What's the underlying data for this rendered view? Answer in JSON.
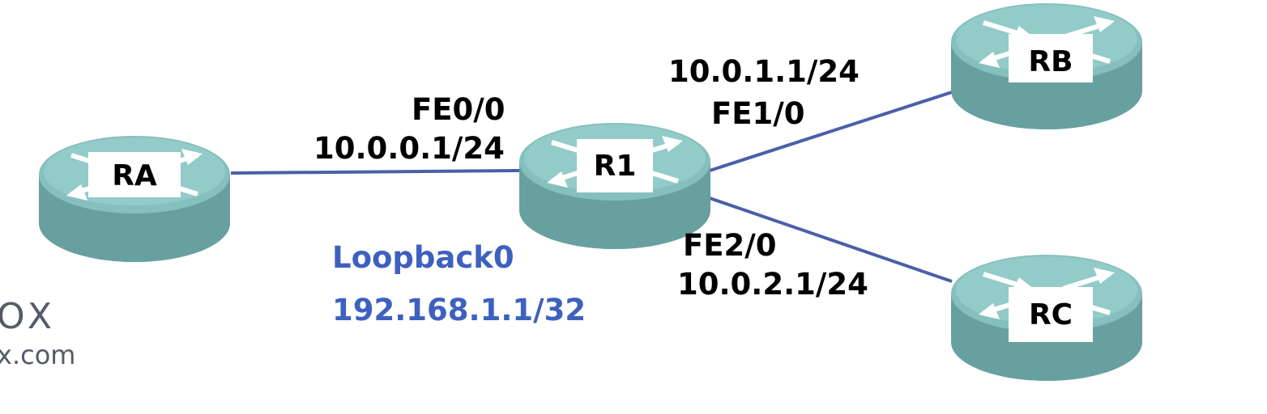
{
  "colors": {
    "link": "#4b5fa8",
    "router_body": "#6ea6a6",
    "router_top": "#8cc6c4",
    "router_label_bg": "#ffffff",
    "interface_text": "#000000",
    "loopback_text": "#3e60bf"
  },
  "routers": {
    "ra": {
      "label": "RA",
      "icon": "router-icon"
    },
    "r1": {
      "label": "R1",
      "icon": "router-icon"
    },
    "rb": {
      "label": "RB",
      "icon": "router-icon"
    },
    "rc": {
      "label": "RC",
      "icon": "router-icon"
    }
  },
  "interfaces": {
    "fe0_0": {
      "name": "FE0/0",
      "ip": "10.0.0.1/24"
    },
    "fe1_0": {
      "name": "FE1/0",
      "ip": "10.0.1.1/24"
    },
    "fe2_0": {
      "name": "FE2/0",
      "ip": "10.0.2.1/24"
    }
  },
  "loopback": {
    "name": "Loopback0",
    "ip": "192.168.1.1/32"
  },
  "watermark": {
    "line1": "OX",
    "line2": "x.com"
  }
}
